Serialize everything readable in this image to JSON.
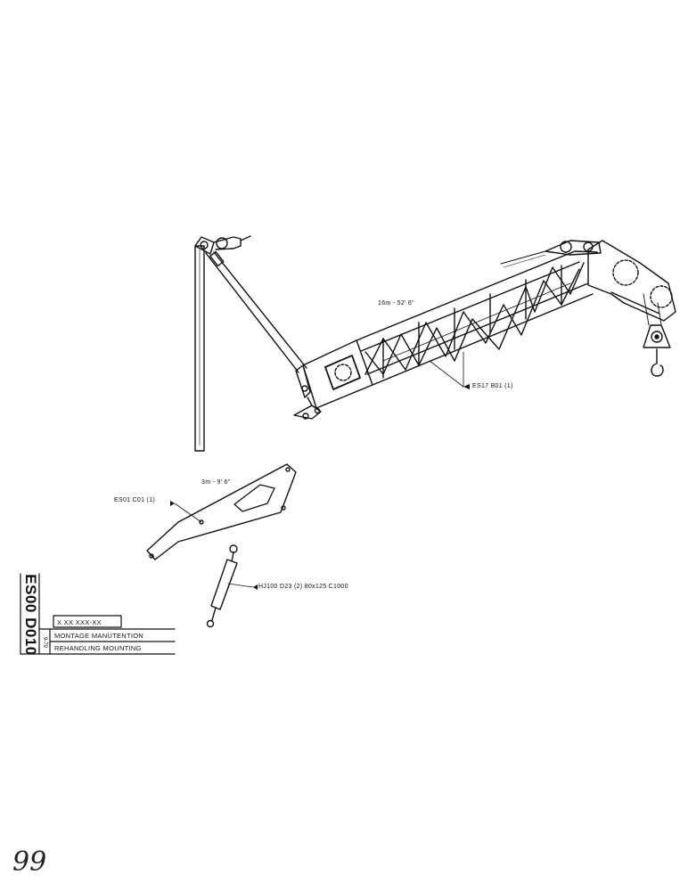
{
  "labels": {
    "boom_length": "16m - 52' 6\"",
    "boom_ref": "ES17 B01 (1)",
    "jib_length": "3m - 9' 6\"",
    "jib_ref": "ES01 C01 (1)",
    "cylinder_ref": "HJ100 D23 (2) 80x125 C1000"
  },
  "title_block": {
    "code": "ES00 D010",
    "date": "9-79",
    "part_number": "X XX XXX-XX",
    "line1": "MONTAGE MANUTENTION",
    "line2": "REHANDLING MOUNTING"
  },
  "page_number": "99"
}
